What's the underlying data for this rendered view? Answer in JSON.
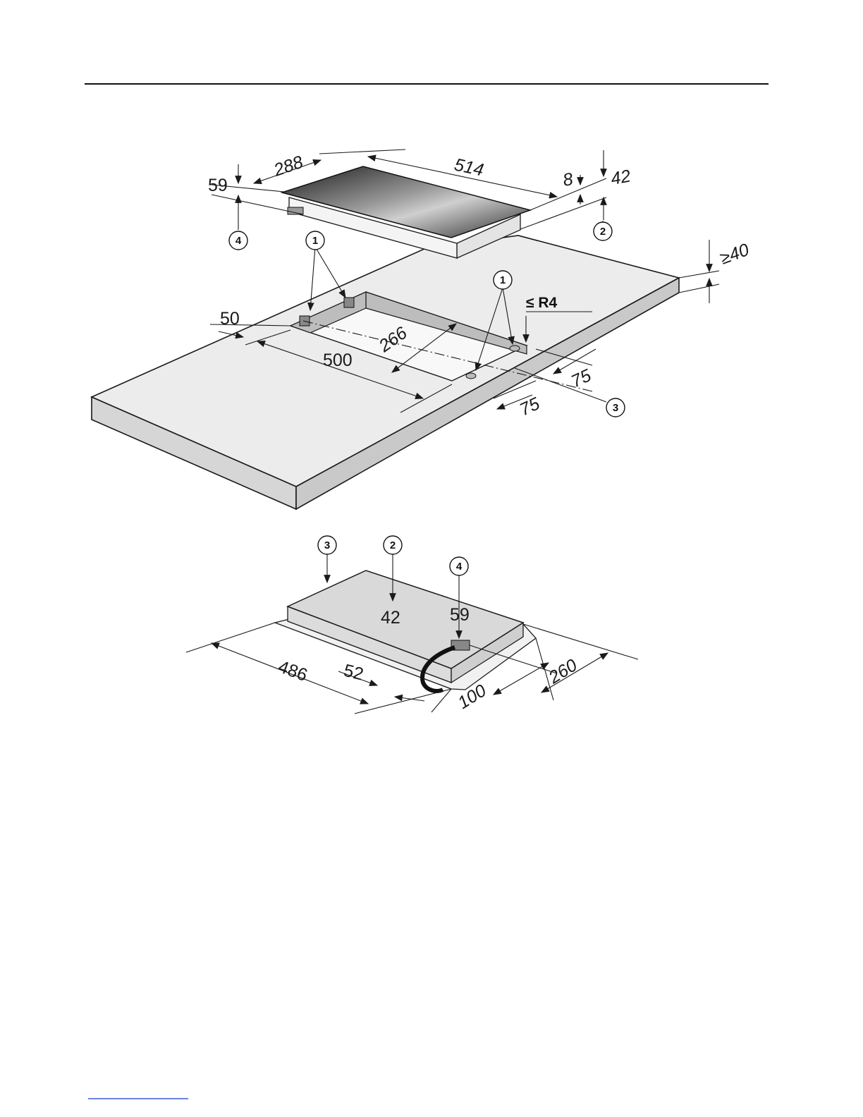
{
  "top_view": {
    "dimensions": {
      "width_left": "288",
      "length_top": "514",
      "height_left": "59",
      "glass_thickness": "8",
      "height_right": "42",
      "countertop_thickness": "≥40",
      "cutout_left_margin": "50",
      "cutout_length": "500",
      "cutout_width": "266",
      "front_offset": "75",
      "rear_offset": "75",
      "corner_radius": "≤ R4"
    },
    "callouts": [
      "4",
      "1",
      "2",
      "1",
      "3"
    ]
  },
  "bottom_view": {
    "callouts": [
      "3",
      "2",
      "4"
    ],
    "dimensions": {
      "center_height": "42",
      "box_height": "59",
      "length": "486",
      "side_offset": "52",
      "depth_offset": "100",
      "depth": "260"
    }
  },
  "colors": {
    "line": "#1a1a1a",
    "countertop": "#ececec",
    "edge": "#d6d6d6",
    "footer_link": "#3b5bd6"
  }
}
